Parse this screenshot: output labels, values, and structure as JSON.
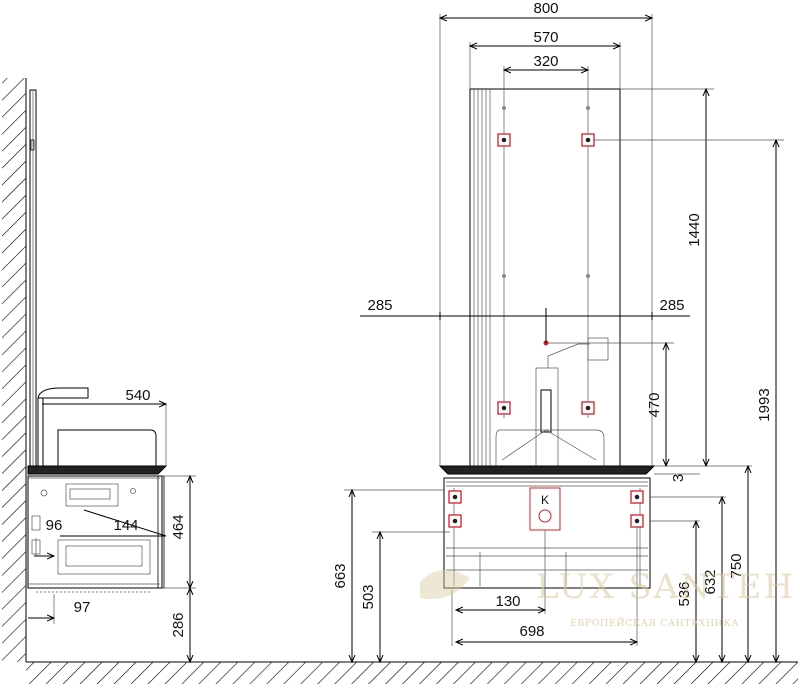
{
  "dimensions": {
    "overall_width": "800",
    "panel_width": "570",
    "mount_spacing": "320",
    "mirror_height": "1440",
    "offset_left": "285",
    "offset_right": "285",
    "tap_height": "470",
    "gap": "3",
    "total_height": "1993",
    "top_height": "750",
    "cabinet_bottom": "632",
    "cabinet_holes": "536",
    "side_total": "663",
    "side_lower": "503",
    "drain_offset": "130",
    "cabinet_width": "698",
    "depth": "540",
    "inner_depth": "144",
    "side_offset": "96",
    "cabinet_height": "464",
    "side_depth": "97",
    "floor_gap": "286",
    "connector_label": "K"
  },
  "watermark": {
    "brand": "LUX SANTEH",
    "tagline": "ЕВРОПЕЙСКАЯ САНТЕХНИКА"
  },
  "colors": {
    "line": "#000000",
    "mount_marker": "#d0202a",
    "watermark": "#d9c9a0"
  }
}
